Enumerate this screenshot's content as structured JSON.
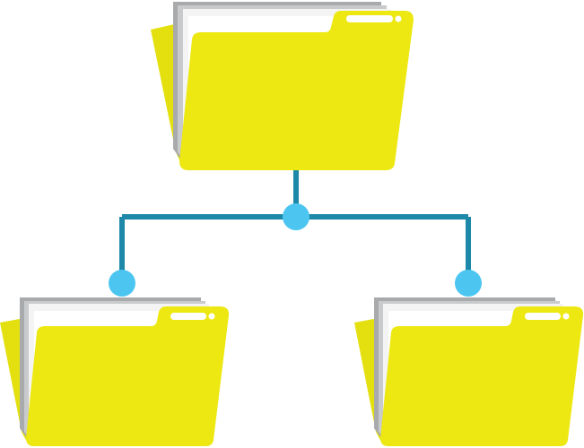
{
  "diagram": {
    "type": "folder-hierarchy",
    "nodes": [
      {
        "role": "parent",
        "icon": "folder-icon"
      },
      {
        "role": "child-left",
        "icon": "folder-icon"
      },
      {
        "role": "child-right",
        "icon": "folder-icon"
      }
    ],
    "connectors": [
      {
        "from": "parent",
        "to": "child-left"
      },
      {
        "from": "parent",
        "to": "child-right"
      }
    ]
  },
  "colors": {
    "background": "#ffffff",
    "folder_front": "#ede812",
    "folder_back": "#e4e00f",
    "paper_grey": "#a9aaab",
    "paper_light": "#c9cacb",
    "paper_white": "#f4f4f4",
    "tab_highlight": "#ffffff",
    "connector_line": "#1e88a8",
    "connector_dot": "#4cc6f0"
  }
}
